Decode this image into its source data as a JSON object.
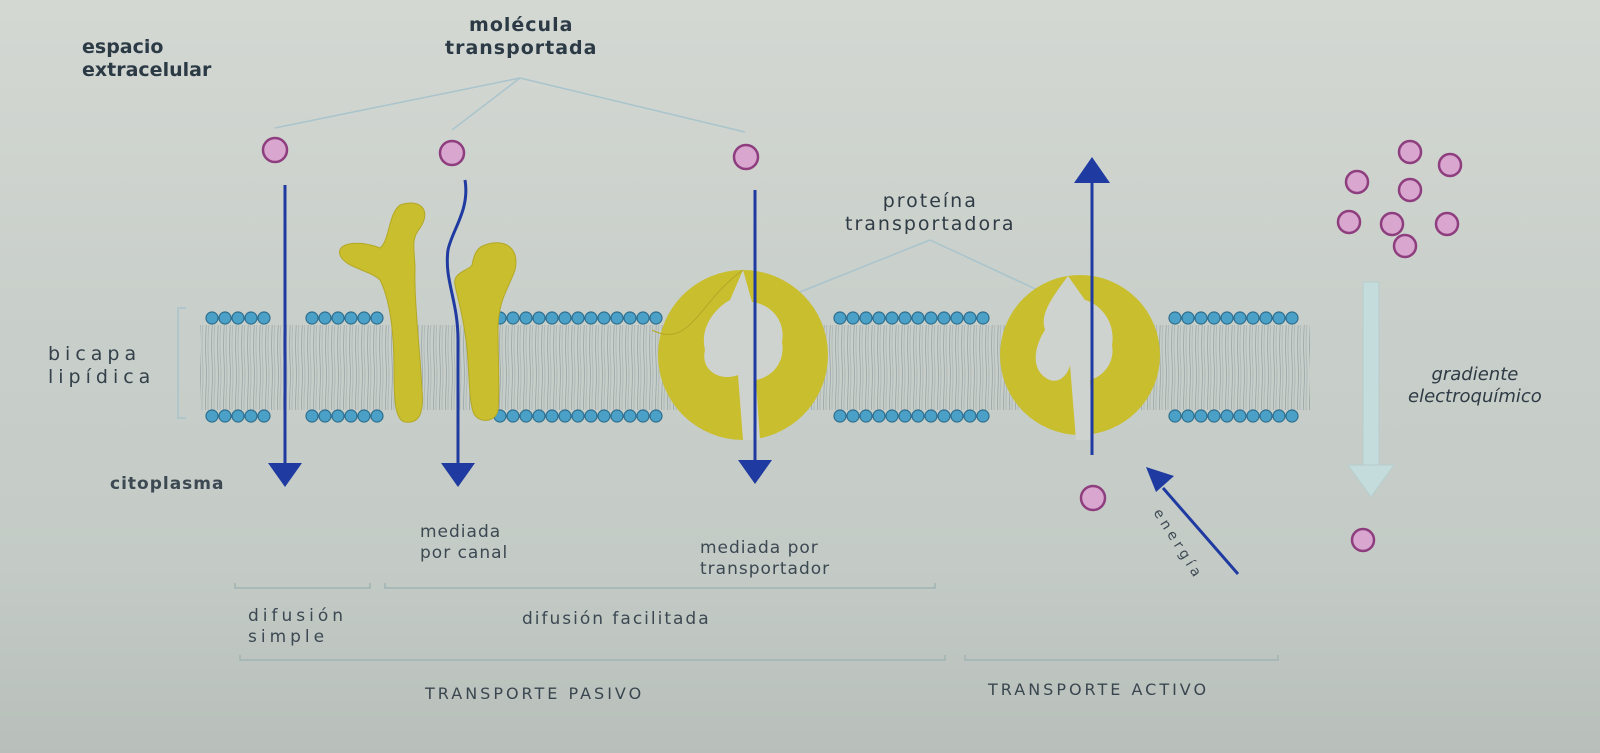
{
  "colors": {
    "molecule": "#d9a6cf",
    "molecule_outline": "#8e3d7e",
    "protein": "#c9be2e",
    "head": "#4aa0c6",
    "arrow": "#1f3aa0",
    "gradient_arrow": "#c5dcdc"
  },
  "labels": {
    "extracellular": "espacio\nextracelular",
    "transported_molecule": "molécula\ntransportada",
    "carrier_protein": "proteína\ntransportadora",
    "lipid_bilayer": "bicapa\nlipídica",
    "cytoplasm": "citoplasma",
    "electrochemical_gradient": "gradiente\nelectroquímico",
    "channel_mediated": "mediada\npor canal",
    "carrier_mediated": "mediada por\ntransportador",
    "energy": "energía",
    "simple_diffusion": "difusión\nsimple",
    "facilitated_diffusion": "difusión facilitada",
    "passive_transport": "TRANSPORTE PASIVO",
    "active_transport": "TRANSPORTE ACTIVO"
  }
}
